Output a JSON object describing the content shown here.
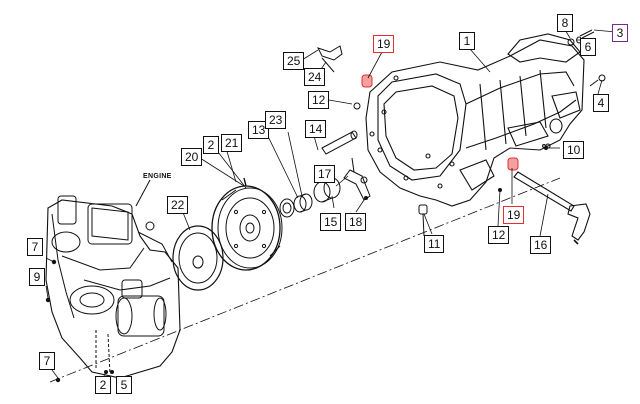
{
  "diagram": {
    "engine_label": "ENGINE",
    "callouts": {
      "c1": "1",
      "c2a": "2",
      "c2b": "2",
      "c3": "3",
      "c4": "4",
      "c5": "5",
      "c6": "6",
      "c7a": "7",
      "c7b": "7",
      "c8": "8",
      "c9": "9",
      "c10": "10",
      "c11": "11",
      "c12a": "12",
      "c12b": "12",
      "c13": "13",
      "c14": "14",
      "c15": "15",
      "c16": "16",
      "c17": "17",
      "c18": "18",
      "c19a": "19",
      "c19b": "19",
      "c20": "20",
      "c21": "21",
      "c22": "22",
      "c23": "23",
      "c24": "24",
      "c25": "25"
    },
    "colors": {
      "line": "#111111",
      "callout_highlight": "#e03030",
      "callout_accent": "#7a2a8c",
      "highlighted_part": "#f4a0a0"
    }
  }
}
